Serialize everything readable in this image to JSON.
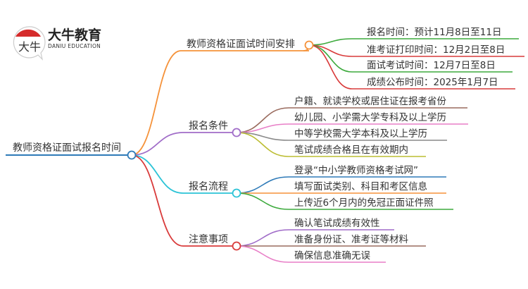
{
  "logo": {
    "name_cn": "大牛教育",
    "name_en": "DANIU EDUCATION",
    "badge_text": "大牛"
  },
  "root": {
    "label": "教师资格证面试报名时间",
    "color": "#2e7ab8"
  },
  "branches": [
    {
      "label": "教师资格证面试时间安排",
      "color": "#f5923a",
      "leaves": [
        {
          "label": "报名时间：预计11月8日至11日",
          "color": "#3daa3d"
        },
        {
          "label": "准考证打印时间：12月2日至8日",
          "color": "#d93b3b"
        },
        {
          "label": "面试考试时间：12月7日至8日",
          "color": "#3daa3d"
        },
        {
          "label": "成绩公布时间：2025年1月7日",
          "color": "#d93b3b"
        }
      ]
    },
    {
      "label": "报名条件",
      "color": "#a06cc8",
      "leaves": [
        {
          "label": "户籍、就读学校或居住证在报考省份",
          "color": "#9a6b5e"
        },
        {
          "label": "幼儿园、小学需大学专科及以上学历",
          "color": "#e87fc7"
        },
        {
          "label": "中等学校需大学本科及以上学历",
          "color": "#8a8a8a"
        },
        {
          "label": "笔试成绩合格且在有效期内",
          "color": "#bcbd32"
        }
      ]
    },
    {
      "label": "报名流程",
      "color": "#2bc3d6",
      "leaves": [
        {
          "label": "登录“中小学教师资格考试网”",
          "color": "#2e7ab8"
        },
        {
          "label": "填写面试类别、科目和考区信息",
          "color": "#f5923a"
        },
        {
          "label": "上传近6个月内的免冠正面证件照",
          "color": "#3daa3d"
        }
      ]
    },
    {
      "label": "注意事项",
      "color": "#d93b3b",
      "leaves": [
        {
          "label": "确认笔试成绩有效性",
          "color": "#a06cc8"
        },
        {
          "label": "准备身份证、准考证等材料",
          "color": "#9a6b5e"
        },
        {
          "label": "确保信息准确无误",
          "color": "#e87fc7"
        }
      ]
    }
  ]
}
